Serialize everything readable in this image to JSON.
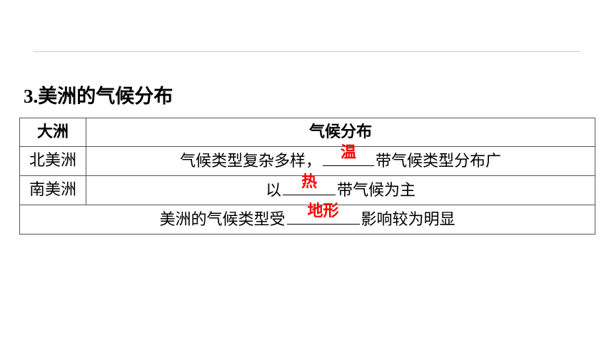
{
  "section": {
    "number": "3.",
    "title": "美洲的气候分布"
  },
  "table": {
    "headers": [
      "大洲",
      "气候分布"
    ],
    "rows": [
      {
        "region": "北美洲",
        "before": "气候类型复杂多样，",
        "answer": "温",
        "after": "带气候类型分布广"
      },
      {
        "region": "南美洲",
        "before": "以",
        "answer": "热",
        "after": "带气候为主"
      }
    ],
    "summary": {
      "before": "美洲的气候类型受",
      "answer": "地形",
      "after": "影响较为明显"
    }
  },
  "colors": {
    "answer": "#ff0000",
    "rule": "#c8c8c8",
    "border": "#555555"
  }
}
